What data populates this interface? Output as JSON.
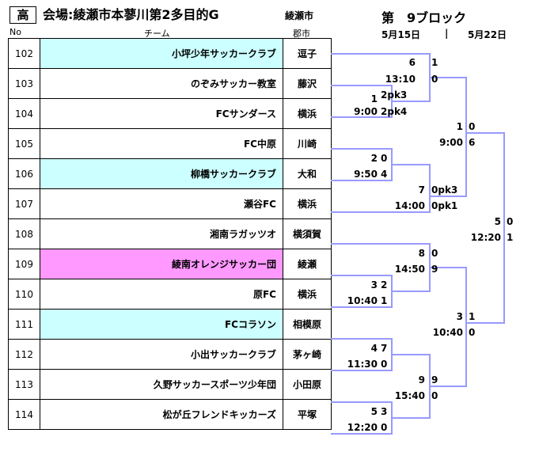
{
  "header": {
    "badge": "高",
    "title": "会場:綾瀬市本蓼川第2多目的G",
    "city": "綾瀬市",
    "block": "第　9ブロック",
    "date1": "5月15日",
    "separator": "|",
    "date2": "5月22日"
  },
  "columns": {
    "no": "No",
    "team": "チーム",
    "city": "郡市"
  },
  "teams": [
    {
      "no": "102",
      "name": "小坪少年サッカークラブ",
      "city": "逗子",
      "highlight": "cyan"
    },
    {
      "no": "103",
      "name": "のぞみサッカー教室",
      "city": "藤沢",
      "highlight": ""
    },
    {
      "no": "104",
      "name": "FCサンダース",
      "city": "横浜",
      "highlight": ""
    },
    {
      "no": "105",
      "name": "FC中原",
      "city": "川崎",
      "highlight": ""
    },
    {
      "no": "106",
      "name": "柳橋サッカークラブ",
      "city": "大和",
      "highlight": "cyan"
    },
    {
      "no": "107",
      "name": "瀬谷FC",
      "city": "横浜",
      "highlight": ""
    },
    {
      "no": "108",
      "name": "湘南ラガッツオ",
      "city": "横須賀",
      "highlight": ""
    },
    {
      "no": "109",
      "name": "綾南オレンジサッカー団",
      "city": "綾瀬",
      "highlight": "pink"
    },
    {
      "no": "110",
      "name": "原FC",
      "city": "横浜",
      "highlight": ""
    },
    {
      "no": "111",
      "name": "FCコラソン",
      "city": "相模原",
      "highlight": "cyan"
    },
    {
      "no": "112",
      "name": "小出サッカークラブ",
      "city": "茅ヶ崎",
      "highlight": ""
    },
    {
      "no": "113",
      "name": "久野サッカースポーツ少年団",
      "city": "小田原",
      "highlight": ""
    },
    {
      "no": "114",
      "name": "松が丘フレンドキッカーズ",
      "city": "平塚",
      "highlight": ""
    }
  ],
  "matches": {
    "m1": {
      "time": "9:00",
      "score_a": "1",
      "score_b": "2pk3",
      "score_c": "2pk4"
    },
    "m2": {
      "time": "9:50",
      "score_a": "2",
      "score_b": "0",
      "score_c": "4"
    },
    "m3": {
      "time": "10:40",
      "score_a": "3",
      "score_b": "2",
      "score_c": "1"
    },
    "m4": {
      "time": "11:30",
      "score_a": "4",
      "score_b": "7",
      "score_c": "0"
    },
    "m5": {
      "time": "12:20",
      "score_a": "5",
      "score_b": "3",
      "score_c": "0"
    },
    "m6": {
      "time": "13:10",
      "score_a": "6",
      "score_b": "1",
      "score_c": "0"
    },
    "m7": {
      "time": "14:00",
      "score_a": "7",
      "score_b": "0pk3",
      "score_c": "0pk1"
    },
    "m8": {
      "time": "14:50",
      "score_a": "8",
      "score_b": "0",
      "score_c": "9"
    },
    "m9": {
      "time": "15:40",
      "score_a": "9",
      "score_b": "9",
      "score_c": "0"
    },
    "s1": {
      "time": "9:00",
      "score_a": "1",
      "score_b": "0",
      "score_c": "6"
    },
    "s2": {
      "time": "10:40",
      "score_a": "3",
      "score_b": "1",
      "score_c": "0"
    },
    "f": {
      "time": "12:20",
      "score_a": "5",
      "score_b": "0",
      "score_c": "1"
    }
  }
}
